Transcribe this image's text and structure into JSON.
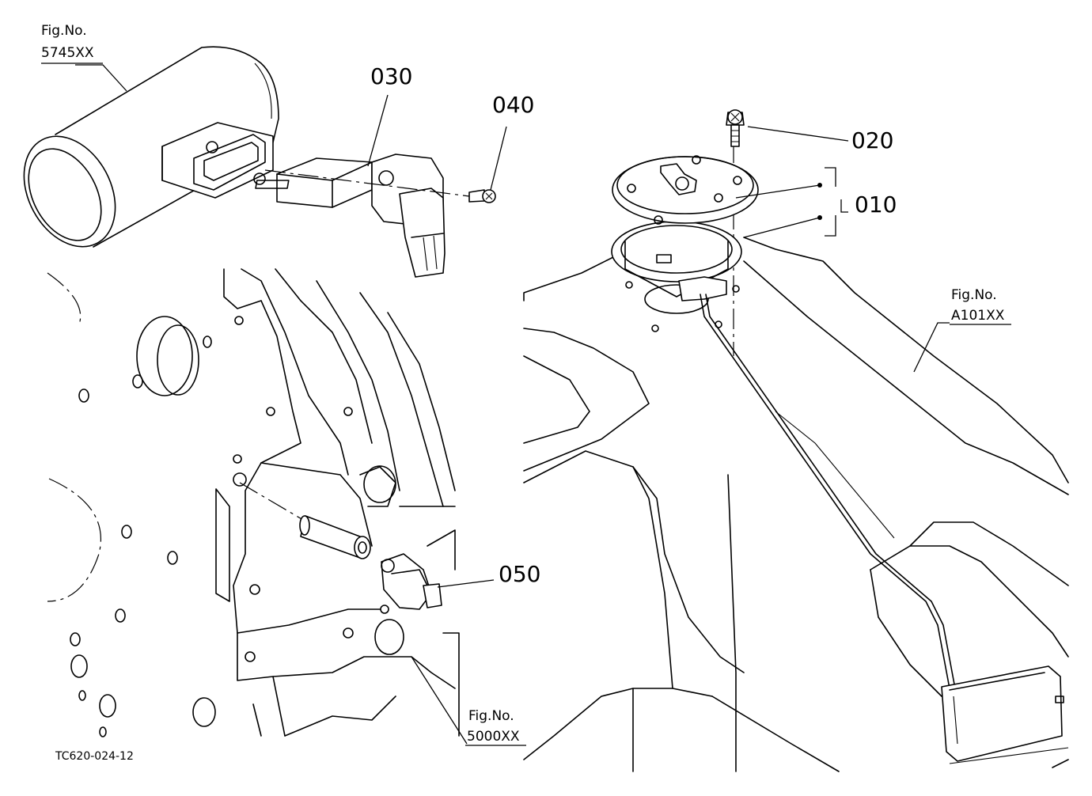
{
  "diagram": {
    "part_numbers": {
      "p030": "030",
      "p040": "040",
      "p020": "020",
      "p010": "010",
      "p050": "050"
    },
    "fig_refs": {
      "air_cleaner": {
        "prefix": "Fig.No.",
        "number": "5745XX"
      },
      "fuel_tank": {
        "prefix": "Fig.No.",
        "number": "A101XX"
      },
      "engine": {
        "prefix": "Fig.No.",
        "number": "5000XX"
      }
    },
    "drawing_code": "TC620-024-12"
  }
}
